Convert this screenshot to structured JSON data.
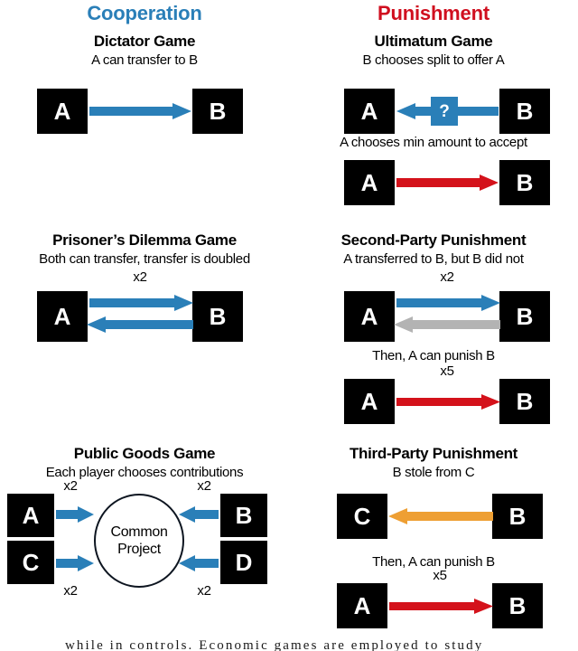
{
  "columns": {
    "left": {
      "label": "Cooperation",
      "color": "#2A7FB8"
    },
    "right": {
      "label": "Punishment",
      "color": "#D00F1F"
    }
  },
  "colors": {
    "blue": "#2A7FB8",
    "red": "#D4121B",
    "gray": "#B3B3B3",
    "orange": "#EE9F33",
    "box_fill": "#000000",
    "box_text": "#FFFFFF"
  },
  "panels": {
    "dictator": {
      "title": "Dictator Game",
      "subtitle": "A can transfer to B",
      "left_box": "A",
      "right_box": "B",
      "arrow_color": "blue",
      "arrow_direction": "right"
    },
    "ultimatum": {
      "title": "Ultimatum Game",
      "subtitle": "B chooses split to offer A",
      "left_box": "A",
      "right_box": "B",
      "offer_badge": "?",
      "arrow_color": "blue",
      "arrow_direction": "left",
      "second_caption": "A chooses min amount to accept",
      "second_left_box": "A",
      "second_right_box": "B",
      "second_arrow_color": "red",
      "second_arrow_direction": "right"
    },
    "prisoners": {
      "title": "Prisoner’s Dilemma Game",
      "subtitle": "Both can transfer, transfer is doubled",
      "left_box": "A",
      "right_box": "B",
      "top_arrow_color": "blue",
      "top_arrow_direction": "right",
      "top_multiplier": "x2",
      "bottom_arrow_color": "blue",
      "bottom_arrow_direction": "left"
    },
    "second_party": {
      "title": "Second-Party Punishment",
      "subtitle": "A transferred to B, but B did not",
      "left_box": "A",
      "right_box": "B",
      "top_arrow_color": "blue",
      "top_arrow_direction": "right",
      "top_multiplier": "x2",
      "bottom_arrow_color": "gray",
      "bottom_arrow_direction": "left",
      "second_caption": "Then, A can punish B",
      "second_left_box": "A",
      "second_right_box": "B",
      "second_arrow_color": "red",
      "second_arrow_direction": "right",
      "second_multiplier": "x5"
    },
    "public_goods": {
      "title": "Public Goods Game",
      "subtitle": "Each player chooses contributions",
      "box_top_left": "A",
      "box_top_right": "B",
      "box_bottom_left": "C",
      "box_bottom_right": "D",
      "center_line1": "Common",
      "center_line2": "Project",
      "multiplier_top_left": "x2",
      "multiplier_top_right": "x2",
      "multiplier_bottom_left": "x2",
      "multiplier_bottom_right": "x2",
      "arrow_color": "blue"
    },
    "third_party": {
      "title": "Third-Party Punishment",
      "subtitle": "B stole from C",
      "left_box": "C",
      "right_box": "B",
      "arrow_color": "orange",
      "arrow_direction": "left",
      "second_caption": "Then, A can punish B",
      "second_left_box": "A",
      "second_right_box": "B",
      "second_arrow_color": "red",
      "second_arrow_direction": "right",
      "second_multiplier": "x5"
    }
  },
  "footer": {
    "clipped_text": "while in controls. Economic games are employed to study"
  }
}
